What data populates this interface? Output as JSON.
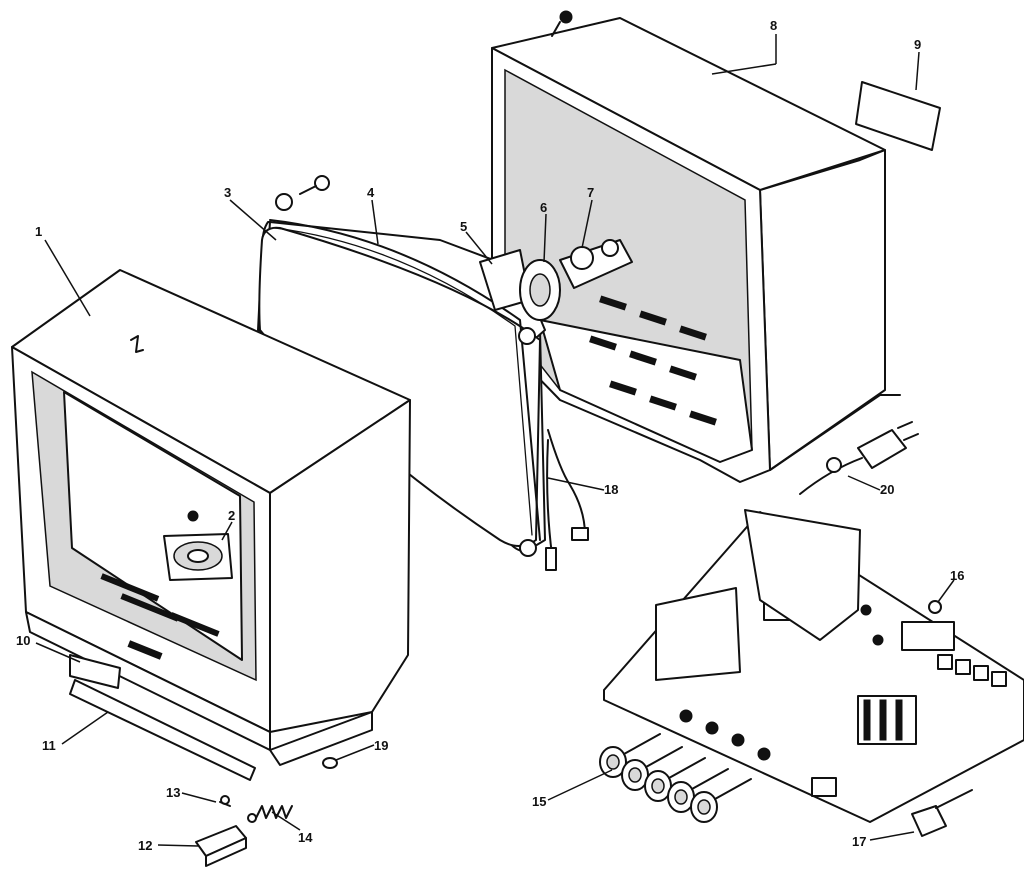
{
  "parts": [
    {
      "id": "1",
      "label": "1"
    },
    {
      "id": "2",
      "label": "2"
    },
    {
      "id": "3",
      "label": "3"
    },
    {
      "id": "4",
      "label": "4"
    },
    {
      "id": "5",
      "label": "5"
    },
    {
      "id": "6",
      "label": "6"
    },
    {
      "id": "7",
      "label": "7"
    },
    {
      "id": "8",
      "label": "8"
    },
    {
      "id": "9",
      "label": "9"
    },
    {
      "id": "10",
      "label": "10"
    },
    {
      "id": "11",
      "label": "11"
    },
    {
      "id": "12",
      "label": "12"
    },
    {
      "id": "13",
      "label": "13"
    },
    {
      "id": "14",
      "label": "14"
    },
    {
      "id": "15",
      "label": "15"
    },
    {
      "id": "16",
      "label": "16"
    },
    {
      "id": "17",
      "label": "17"
    },
    {
      "id": "18",
      "label": "18"
    },
    {
      "id": "19",
      "label": "19"
    },
    {
      "id": "20",
      "label": "20"
    }
  ]
}
